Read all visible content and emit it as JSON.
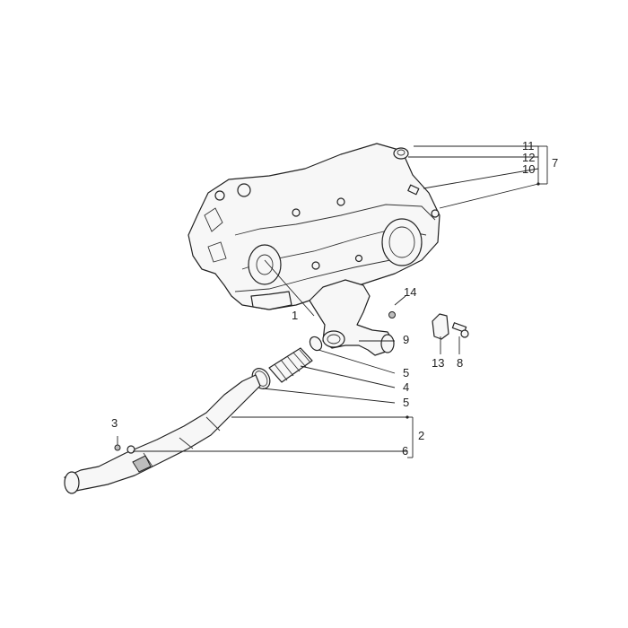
{
  "callouts": {
    "c1": "1",
    "c2": "2",
    "c3": "3",
    "c4": "4",
    "c5a": "5",
    "c5b": "5",
    "c6": "6",
    "c7": "7",
    "c8": "8",
    "c9": "9",
    "c10": "10",
    "c11": "11",
    "c12": "12",
    "c13": "13",
    "c14": "14"
  }
}
